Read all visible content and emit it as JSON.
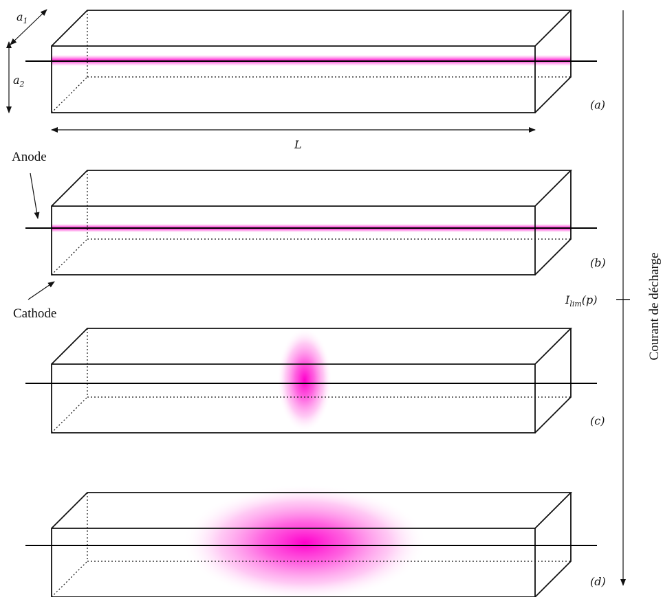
{
  "dimensions": {
    "a1": "a",
    "a1_sub": "1",
    "a2": "a",
    "a2_sub": "2",
    "length": "L"
  },
  "annotations": {
    "anode": "Anode",
    "cathode": "Cathode"
  },
  "panels": [
    {
      "label": "(a)",
      "glow": "thin-line"
    },
    {
      "label": "(b)",
      "glow": "thin-line"
    },
    {
      "label": "(c)",
      "glow": "narrow-ellipse"
    },
    {
      "label": "(d)",
      "glow": "wide-ellipse"
    }
  ],
  "axis": {
    "title": "Courant de décharge",
    "threshold_main": "I",
    "threshold_sub": "lim",
    "threshold_arg": "(p)"
  },
  "colors": {
    "glow": "#ff00cc",
    "lines": "#111111"
  }
}
